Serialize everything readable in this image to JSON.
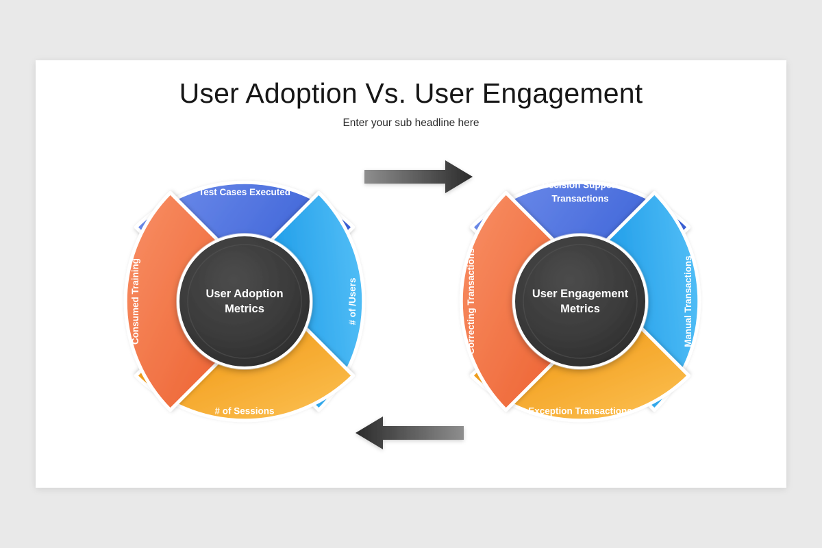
{
  "slide": {
    "title": "User Adoption Vs. User Engagement",
    "subtitle": "Enter your sub headline here"
  },
  "colors": {
    "page_background": "#e9e9e9",
    "slide_background": "#ffffff",
    "blue": "#5376E2",
    "blue_light": "#6E8DEA",
    "blue_dark": "#3B61D6",
    "cyan": "#2BACF0",
    "cyan_light": "#4FBDF5",
    "cyan_dark": "#1D9CE8",
    "amber": "#F5A623",
    "amber_light": "#FBBE4D",
    "amber_dark": "#F0960D",
    "coral": "#F3794A",
    "coral_light": "#F78F62",
    "coral_dark": "#EE6634",
    "hub_dark": "#2f2f2f",
    "hub_mid": "#454545",
    "arrow_dark": "#2e2e2e",
    "arrow_light": "#8a8a8a",
    "title_text": "#161616",
    "label_text": "#ffffff"
  },
  "diagrams": [
    {
      "id": "user-adoption",
      "center_label_line1": "User Adoption",
      "center_label_line2": "Metrics",
      "segments": [
        {
          "position": "top",
          "label_line1": "Test Cases Executed",
          "label_line2": "",
          "color": "blue"
        },
        {
          "position": "right",
          "label_line1": "# of /Users",
          "label_line2": "",
          "color": "cyan"
        },
        {
          "position": "bottom",
          "label_line1": "# of Sessions",
          "label_line2": "",
          "color": "amber"
        },
        {
          "position": "left",
          "label_line1": "Consumed Training",
          "label_line2": "",
          "color": "coral"
        }
      ]
    },
    {
      "id": "user-engagement",
      "center_label_line1": "User Engagement",
      "center_label_line2": "Metrics",
      "segments": [
        {
          "position": "top",
          "label_line1": "Decision Support",
          "label_line2": "Transactions",
          "color": "blue"
        },
        {
          "position": "right",
          "label_line1": "Manual Transactions",
          "label_line2": "",
          "color": "cyan"
        },
        {
          "position": "bottom",
          "label_line1": "Exception Transactions",
          "label_line2": "",
          "color": "amber"
        },
        {
          "position": "left",
          "label_line1": "Correcting Transactions",
          "label_line2": "",
          "color": "coral"
        }
      ]
    }
  ],
  "arrows": [
    {
      "id": "arrow-left-to-right",
      "direction": "right"
    },
    {
      "id": "arrow-right-to-left",
      "direction": "left"
    }
  ]
}
